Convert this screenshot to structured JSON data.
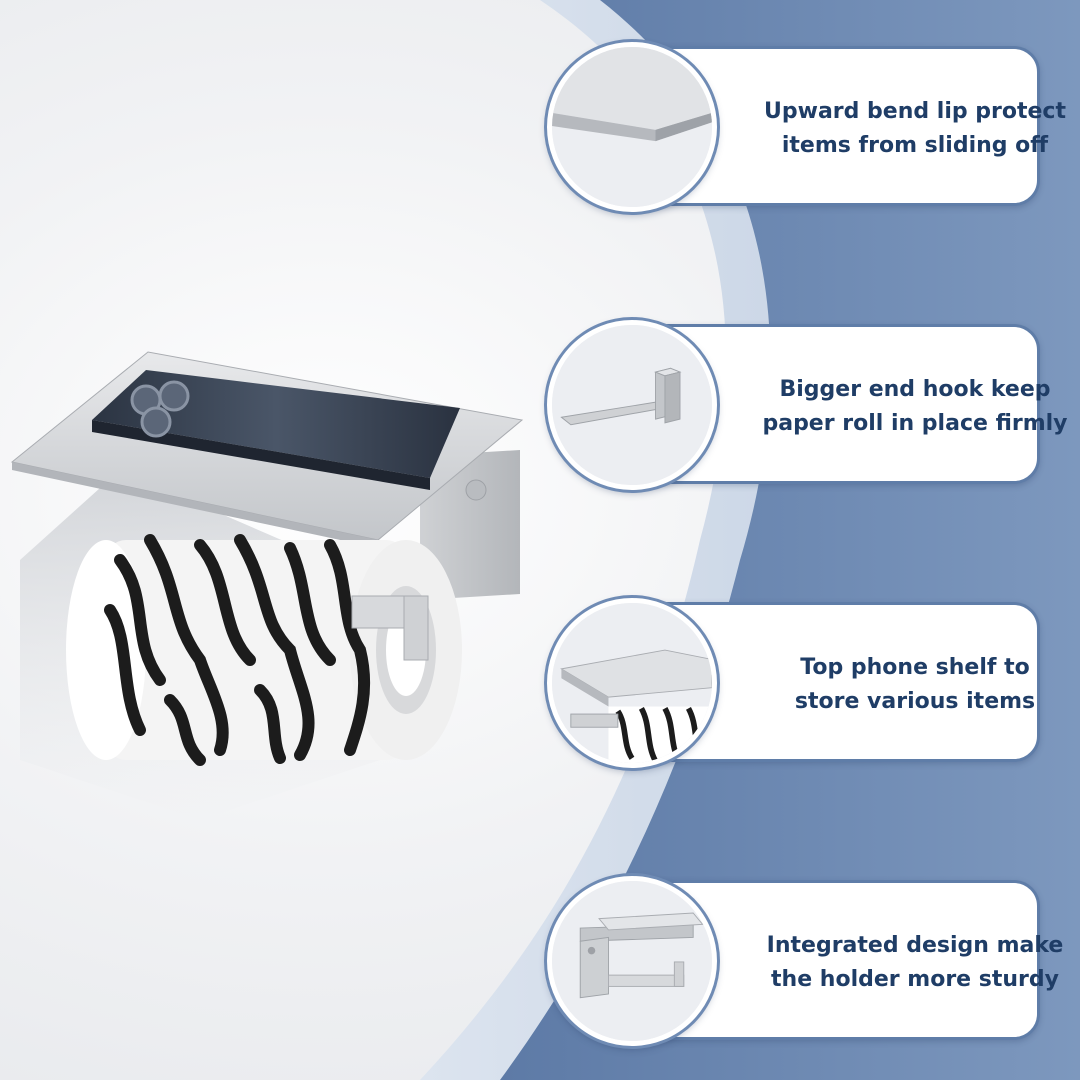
{
  "features": [
    {
      "line1": "Upward bend lip protect",
      "line2": "items from sliding off",
      "icon": "shelf-lip-icon"
    },
    {
      "line1": "Bigger end hook keep",
      "line2": "paper roll in place firmly",
      "icon": "end-hook-icon"
    },
    {
      "line1": "Top phone shelf to",
      "line2": "store various items",
      "icon": "phone-shelf-icon"
    },
    {
      "line1": "Integrated design make",
      "line2": "the holder more sturdy",
      "icon": "holder-unit-icon"
    }
  ],
  "colors": {
    "accent_dark": "#4a6a99",
    "accent_light": "#c9d5e6",
    "text": "#1f3d66",
    "card_border": "#5f7da8"
  }
}
